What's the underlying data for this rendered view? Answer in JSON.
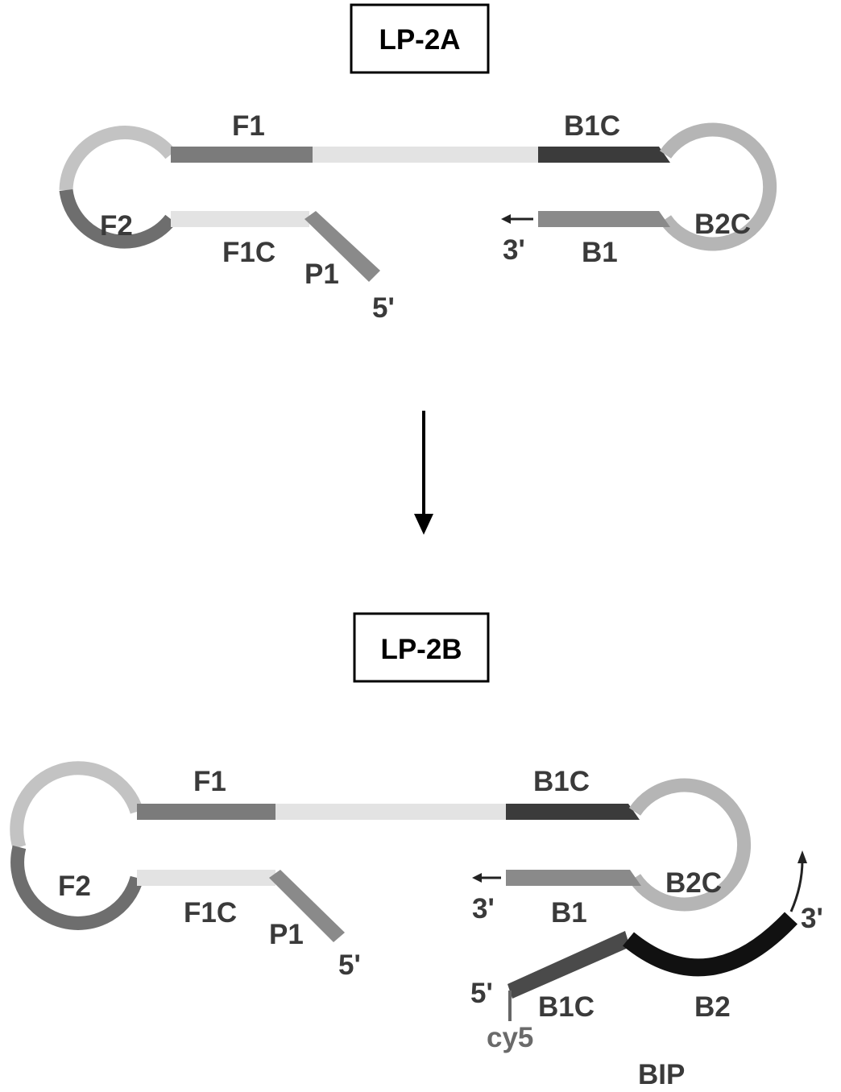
{
  "panel_a": {
    "title": "LP-2A",
    "labels": {
      "f1": "F1",
      "b1c": "B1C",
      "f2": "F2",
      "f1c": "F1C",
      "p1": "P1",
      "five_prime": "5'",
      "three_prime": "3'",
      "b1": "B1",
      "b2c": "B2C"
    }
  },
  "panel_b": {
    "title": "LP-2B",
    "labels": {
      "f1": "F1",
      "b1c": "B1C",
      "f2": "F2",
      "f1c": "F1C",
      "p1": "P1",
      "five_prime": "5'",
      "three_prime_left": "3'",
      "b1": "B1",
      "b2c": "B2C",
      "three_prime_right": "3'",
      "primer_five_prime": "5'",
      "primer_b1c": "B1C",
      "primer_b2": "B2",
      "cy5": "cy5",
      "bip": "BIP"
    }
  },
  "colors": {
    "light_loop": "#c3c3c3",
    "dark_loop": "#6e6e6e",
    "f1_segment": "#7b7b7b",
    "linker": "#e3e3e3",
    "b1c_segment": "#3b3b3b",
    "b1_segment": "#8a8a8a",
    "b2_primer": "#111111",
    "label": "#3a3a3a"
  }
}
